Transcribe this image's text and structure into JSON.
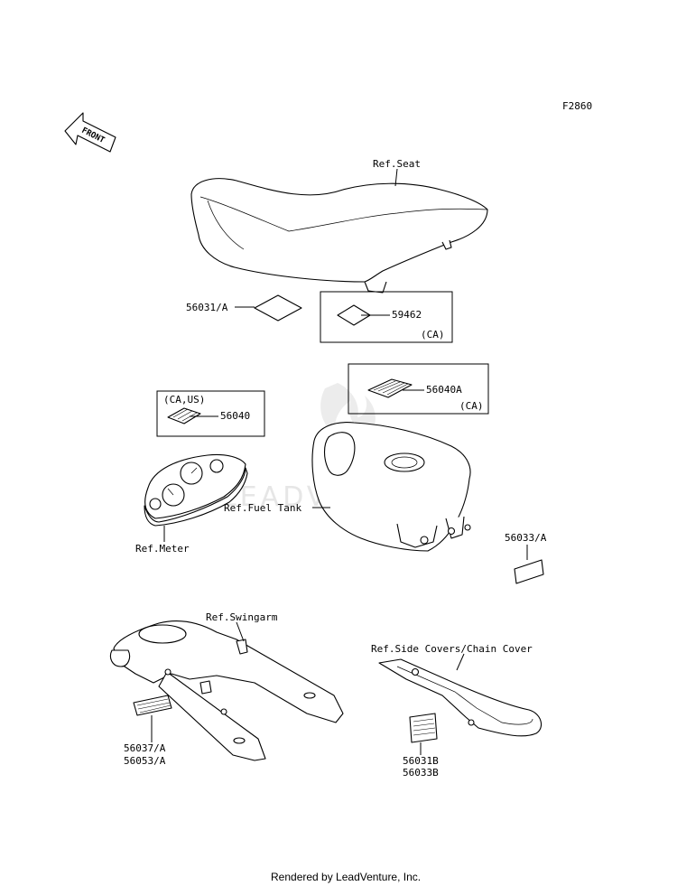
{
  "diagram_code": "F2860",
  "front_label": "FRONT",
  "watermark": "LEADVENTURE",
  "footer": "Rendered by LeadVenture, Inc.",
  "labels": {
    "ref_seat": "Ref.Seat",
    "p56031a": "56031/A",
    "p59462": "59462",
    "ca_59462": "(CA)",
    "p56040a": "56040A",
    "ca_56040a": "(CA)",
    "ca_us": "(CA,US)",
    "p56040": "56040",
    "ref_fuel_tank": "Ref.Fuel Tank",
    "ref_meter": "Ref.Meter",
    "p56033a": "56033/A",
    "ref_swingarm": "Ref.Swingarm",
    "ref_side_covers": "Ref.Side Covers/Chain Cover",
    "p56037a": "56037/A",
    "p56053a": "56053/A",
    "p56031b": "56031B",
    "p56033b": "56033B"
  }
}
